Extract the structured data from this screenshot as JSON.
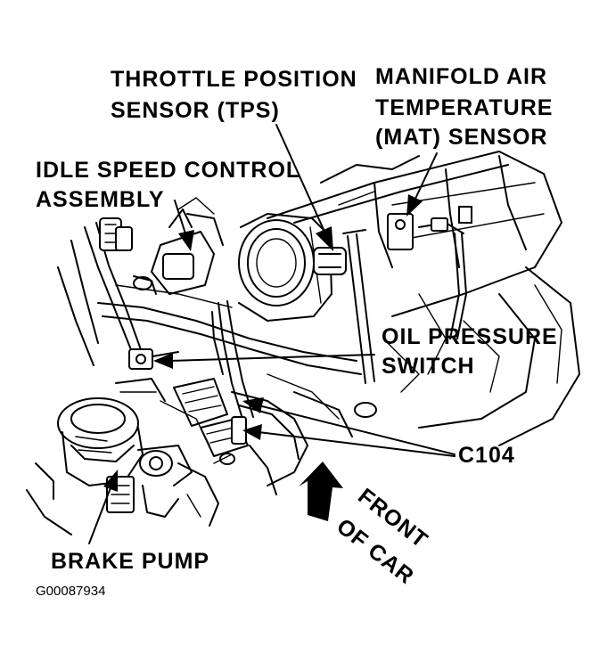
{
  "labels": {
    "tps_line1": "THROTTLE POSITION",
    "tps_line2": "SENSOR (TPS)",
    "mat_line1": "MANIFOLD AIR",
    "mat_line2": "TEMPERATURE",
    "mat_line3": "(MAT) SENSOR",
    "isc_line1": "IDLE SPEED CONTROL",
    "isc_line2": "ASSEMBLY",
    "oil_line1": "OIL PRESSURE",
    "oil_line2": "SWITCH",
    "c104": "C104",
    "front_line1": "FRONT",
    "front_line2": "OF CAR",
    "brake": "BRAKE PUMP",
    "figure_code": "G00087934"
  }
}
